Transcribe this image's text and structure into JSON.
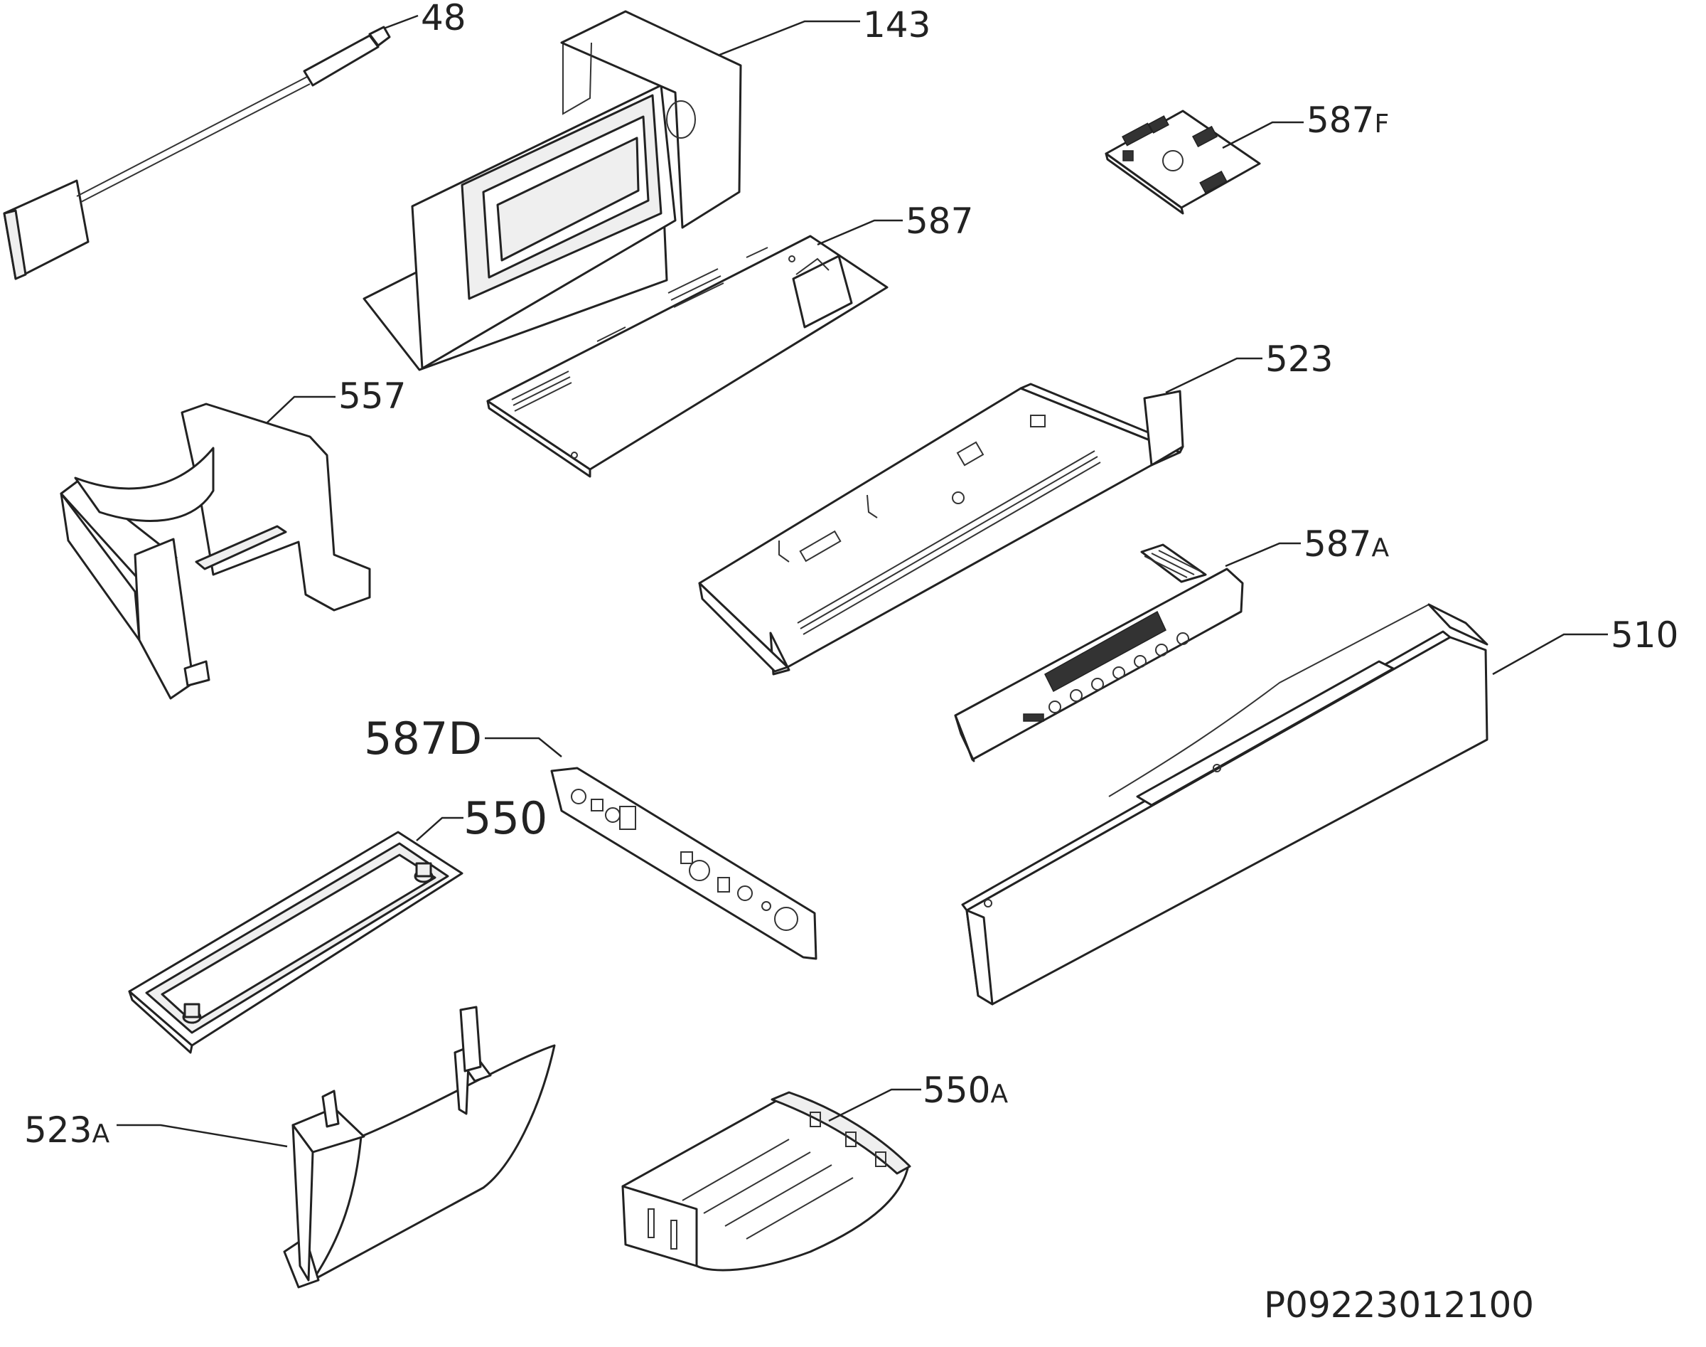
{
  "labels": {
    "p48": "48",
    "p143": "143",
    "p587F": {
      "num": "587",
      "suffix": "F"
    },
    "p587": "587",
    "p523": "523",
    "p557": "557",
    "p587A": {
      "num": "587",
      "suffix": "A"
    },
    "p510": "510",
    "p587D": "587D",
    "p550": "550",
    "p523A": {
      "num": "523",
      "suffix": "A"
    },
    "p550A": {
      "num": "550",
      "suffix": "A"
    }
  },
  "reference_code": "P09223012100"
}
